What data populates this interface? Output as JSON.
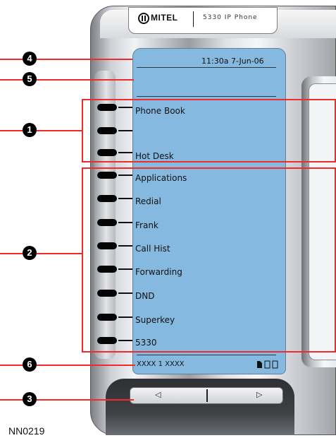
{
  "logo": {
    "brand": "MITEL",
    "model": "5330 IP Phone"
  },
  "screen": {
    "time_date": "11:30a 7-Jun-06",
    "status_bar": "XXXX 1 XXXX",
    "items": [
      {
        "label": "Phone Book"
      },
      {
        "label": ""
      },
      {
        "label": "Hot Desk"
      },
      {
        "label": "Applications"
      },
      {
        "label": "Redial"
      },
      {
        "label": "Frank"
      },
      {
        "label": "Call Hist"
      },
      {
        "label": "Forwarding"
      },
      {
        "label": "DND"
      },
      {
        "label": "Superkey"
      },
      {
        "label": "5330"
      }
    ]
  },
  "callouts": {
    "c1": "1",
    "c2": "2",
    "c3": "3",
    "c4": "4",
    "c5": "5",
    "c6": "6"
  },
  "nav": {
    "left_arrow": "◁",
    "right_arrow": "▷"
  },
  "icons": {
    "logo_mark": "mitel-logo-icon",
    "status_icons": "status-icons-icon"
  },
  "colors": {
    "screen": "#86b9df",
    "callout": "#ef2b2b"
  },
  "figure_id": "NN0219"
}
